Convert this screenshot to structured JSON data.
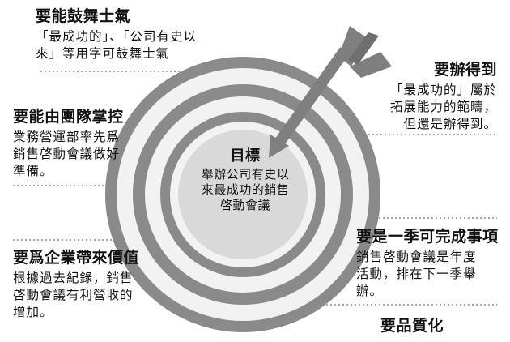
{
  "center": {
    "title": "目標",
    "lines": [
      "舉辦公司有史以",
      "來最成功的銷售",
      "啓動會議"
    ]
  },
  "items": [
    {
      "id": "s",
      "heading": "要能鼓舞士氣",
      "lines": [
        "「最成功的」、「公司有史以",
        "來」等用字可鼓舞士氣"
      ]
    },
    {
      "id": "a",
      "heading": "要辦得到",
      "lines": [
        "「最成功的」屬於",
        "拓展能力的範疇，",
        "但還是辦得到。"
      ]
    },
    {
      "id": "m",
      "heading": "要能由團隊掌控",
      "lines": [
        "業務營運部率先爲",
        "銷售啓動會議做好",
        "準備。"
      ]
    },
    {
      "id": "r",
      "heading": "要爲企業帶來價值",
      "lines": [
        "根據過去紀錄，銷售",
        "啓動會議有利營收的",
        "增加。"
      ]
    },
    {
      "id": "t",
      "heading": "要是一季可完成事項",
      "lines": [
        "銷售啓動會議是年度",
        "活動，排在下一季舉",
        "辦。"
      ]
    },
    {
      "id": "q",
      "heading": "要品質化",
      "lines": []
    }
  ],
  "colors": {
    "ring_dark": "#8a8a8a",
    "ring_light": "#f2f2f2",
    "center_fill": "#d9d9d9",
    "arrow": "#7f7f7f",
    "dash": "#a6a6a6"
  }
}
